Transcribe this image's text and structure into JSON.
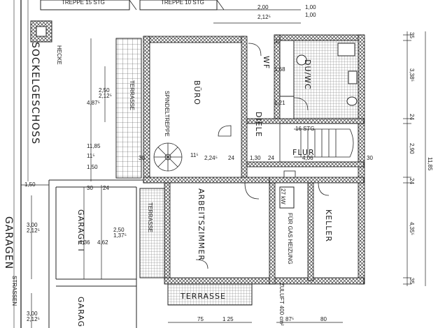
{
  "titles": {
    "sockelgeschoss": "SOCKELGESCHOSS",
    "garagen": "GARAGEN",
    "strassen": "STRASSEN"
  },
  "rooms": {
    "buero": "BÜRO",
    "wf": "WF",
    "du_wc": "DU/WC",
    "diele": "DIELE",
    "flur": "FLUR",
    "arbeitszimmer": "ARBEITSZIMMER",
    "keller": "KELLER",
    "heizung": "FÜR GAS HEIZUNG",
    "terrasse_top": "TERRASSE",
    "terrasse_mid": "TERRASSE",
    "terrasse_bottom": "TERRASSE",
    "garage1": "GARAGE I",
    "garage2": "GARAGE",
    "spindeltreppe": "SPINDELTREPPE",
    "stair_16": "16 STG",
    "treppe_15": "TREPPE 15 STG",
    "treppe_10": "TREPPE 10 STG",
    "hecke": "HECKE",
    "zuluft": "ZULUFT 400 cm²",
    "kw": "27 kW"
  },
  "dims": {
    "d200": "2,00",
    "d2125": "2,12⁵",
    "d100a": "1,00",
    "d100b": "1,00",
    "d250": "2,50",
    "d2125b": "2,12⁵",
    "d4875": "4,87⁵",
    "d1185l": "11,85",
    "d115": "11⁵",
    "d150": "1,50",
    "d30a": "30",
    "d30b": "30",
    "d115b": "11⁵",
    "d2245": "2,24⁵",
    "d24": "24",
    "d130": "1,30",
    "d24b": "24",
    "d406": "4,06",
    "d30c": "30",
    "d150b": "1,50",
    "d300a": "3,00",
    "d2125c": "2,12⁵",
    "d436": "4,36",
    "d462": "4,62",
    "d250b": "2,50",
    "d1375": "1,37⁵",
    "d300b": "3,00",
    "d2125d": "2,12⁵",
    "r35a": "35",
    "r3385": "3,38⁵",
    "r24a": "24",
    "r290": "2,90",
    "r1185": "11,85",
    "r24b": "24",
    "r4355": "4,35⁵",
    "r35b": "35",
    "b75": "75",
    "b125": "1 25",
    "b875": "87⁵",
    "b80": "80",
    "w168": "1,68",
    "w121": "1,21",
    "w30": "30",
    "w24": "24"
  }
}
